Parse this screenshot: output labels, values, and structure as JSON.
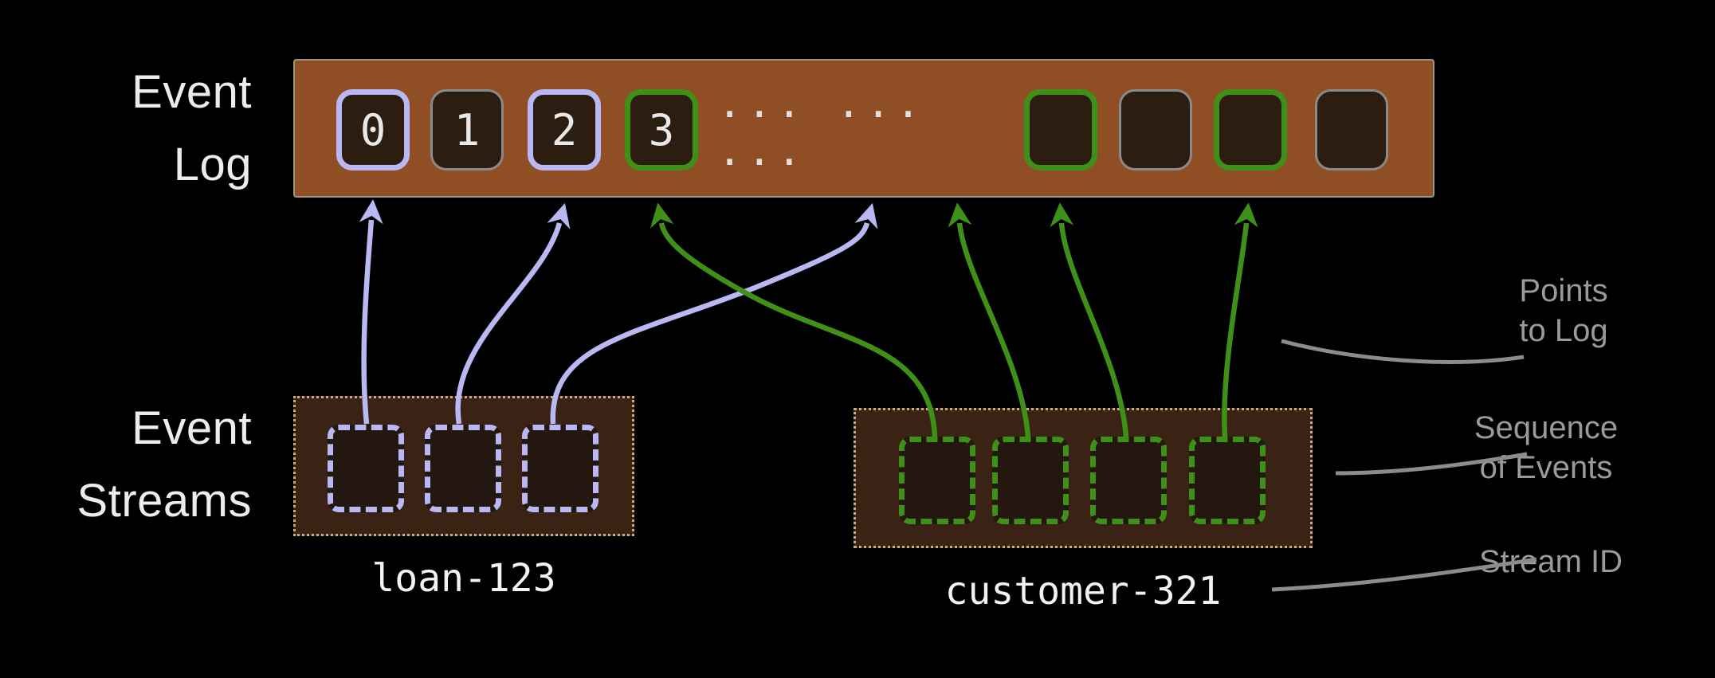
{
  "event_log": {
    "label_line1": "Event",
    "label_line2": "Log",
    "cells": [
      {
        "label": "0",
        "border": "lavender"
      },
      {
        "label": "1",
        "border": "gray"
      },
      {
        "label": "2",
        "border": "lavender"
      },
      {
        "label": "3",
        "border": "green"
      },
      {
        "label": "",
        "border": "green"
      },
      {
        "label": "",
        "border": "gray"
      },
      {
        "label": "",
        "border": "green"
      },
      {
        "label": "",
        "border": "gray"
      }
    ],
    "ellipsis": "... ... ..."
  },
  "event_streams": {
    "label_line1": "Event",
    "label_line2": "Streams",
    "streams": [
      {
        "id": "loan-123",
        "color": "lavender",
        "event_count": 3
      },
      {
        "id": "customer-321",
        "color": "green",
        "event_count": 4
      }
    ]
  },
  "annotations": {
    "points_to_log_line1": "Points",
    "points_to_log_line2": "to Log",
    "sequence_line1": "Sequence",
    "sequence_line2": "of Events",
    "stream_id": "Stream ID"
  },
  "colors": {
    "lavender": "#b9b8f3",
    "green": "#3f9018",
    "log_bar_fill": "#8f4e24",
    "cell_fill": "#2b1d10",
    "stream_box_fill": "#3a2214",
    "stream_box_border": "#c9ab84",
    "annotation_gray": "#9a9a9a",
    "text": "#ececec",
    "background": "#000000"
  }
}
